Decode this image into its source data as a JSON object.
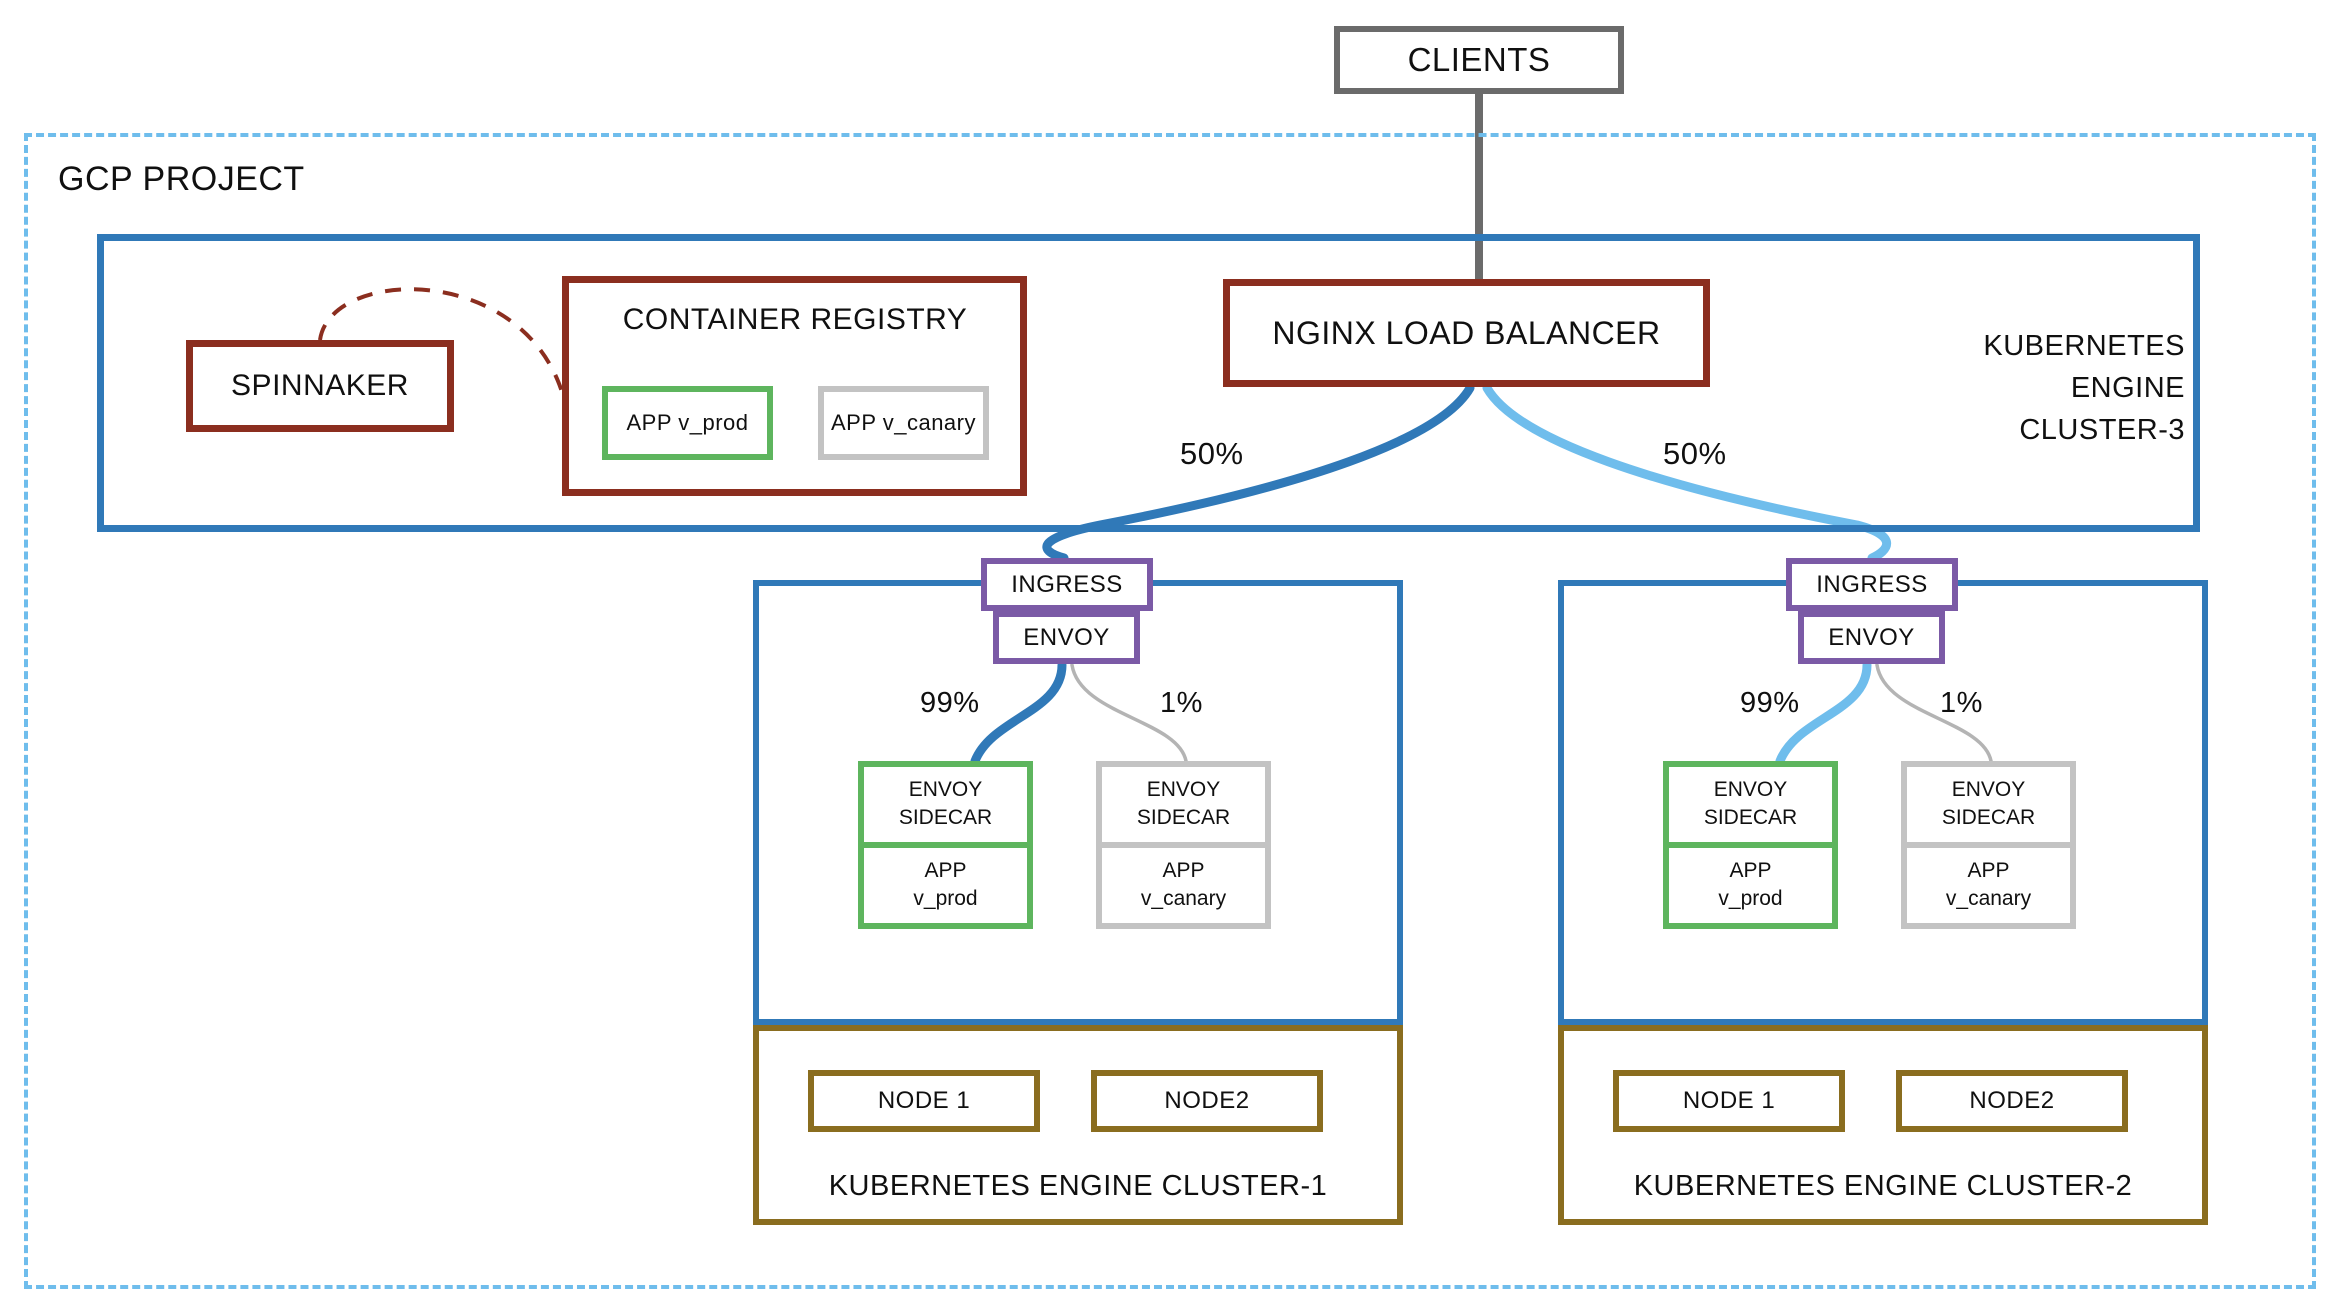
{
  "colors": {
    "gcp_dashed": "#6FBDEC",
    "cluster_blue": "#3079B8",
    "light_blue": "#6FBDEC",
    "maroon": "#8B2E1F",
    "green": "#5EB55E",
    "gray": "#C3C3C3",
    "purple": "#7B5AA6",
    "olive": "#8A6D1F",
    "clients_gray": "#6B6B6B"
  },
  "clients": {
    "label": "CLIENTS"
  },
  "gcp_project": {
    "title": "GCP PROJECT"
  },
  "cluster3": {
    "label": "KUBERNETES\nENGINE\nCLUSTER-3"
  },
  "spinnaker": {
    "label": "SPINNAKER"
  },
  "registry": {
    "title": "CONTAINER REGISTRY",
    "artifacts": [
      {
        "name": "app-prod",
        "label": "APP\nv_prod"
      },
      {
        "name": "app-canary",
        "label": "APP\nv_canary"
      }
    ]
  },
  "nginx": {
    "label": "NGINX LOAD BALANCER"
  },
  "traffic": {
    "lb_split_left": "50%",
    "lb_split_right": "50%",
    "envoy_prod": "99%",
    "envoy_canary": "1%"
  },
  "clusters": [
    {
      "name": "cluster-1",
      "ingress": "INGRESS",
      "envoy_gateway": "ENVOY",
      "pods": [
        {
          "sidecar": "ENVOY\nSIDECAR",
          "app": "APP\nv_prod"
        },
        {
          "sidecar": "ENVOY\nSIDECAR",
          "app": "APP\nv_canary"
        }
      ],
      "nodes": [
        "NODE 1",
        "NODE2"
      ],
      "pool_label": "KUBERNETES ENGINE CLUSTER-1"
    },
    {
      "name": "cluster-2",
      "ingress": "INGRESS",
      "envoy_gateway": "ENVOY",
      "pods": [
        {
          "sidecar": "ENVOY\nSIDECAR",
          "app": "APP\nv_prod"
        },
        {
          "sidecar": "ENVOY\nSIDECAR",
          "app": "APP\nv_canary"
        }
      ],
      "nodes": [
        "NODE 1",
        "NODE2"
      ],
      "pool_label": "KUBERNETES ENGINE CLUSTER-2"
    }
  ]
}
